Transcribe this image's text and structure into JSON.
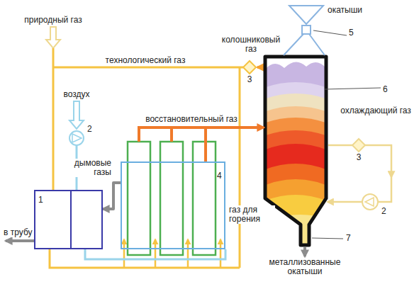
{
  "diagram": {
    "nodes": [
      {
        "text": [
          "1"
        ]
      },
      {
        "text": [
          "4"
        ]
      },
      {
        "text": [
          "6"
        ]
      }
    ],
    "edges": [
      {
        "from": 1,
        "to": 2,
        "arrow": "to",
        "label": "восстановительный газ"
      },
      {
        "from": 1,
        "to": 0,
        "arrow": "to",
        "label": "дымовые газы"
      }
    ],
    "labels": [
      "природный газ",
      "технологический газ",
      "колошниковый газ",
      "окатыши",
      "5",
      "воздух",
      "2",
      "3",
      "3",
      "2",
      "охлаждающий газ",
      "газ для горения",
      "металлизованные окатыши",
      "7",
      "в трубу"
    ]
  }
}
